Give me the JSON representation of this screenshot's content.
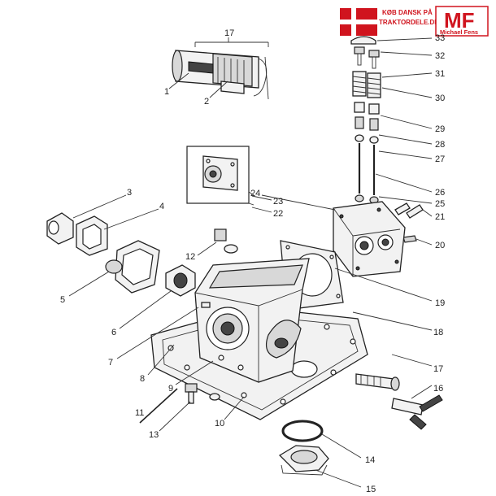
{
  "branding": {
    "flag_color": "#d0141e",
    "line1": "KØB DANSK PÅ",
    "line2": "TRAKTORDELE.DK",
    "logo": "MF",
    "logo_name": "Michael Fens"
  },
  "callouts": [
    "17",
    "1",
    "2",
    "33",
    "32",
    "31",
    "30",
    "29",
    "28",
    "27",
    "26",
    "25",
    "21",
    "20",
    "24",
    "23",
    "22",
    "3",
    "4",
    "12",
    "5",
    "6",
    "7",
    "8",
    "9",
    "19",
    "18",
    "17",
    "16",
    "11",
    "13",
    "10",
    "14",
    "15"
  ]
}
